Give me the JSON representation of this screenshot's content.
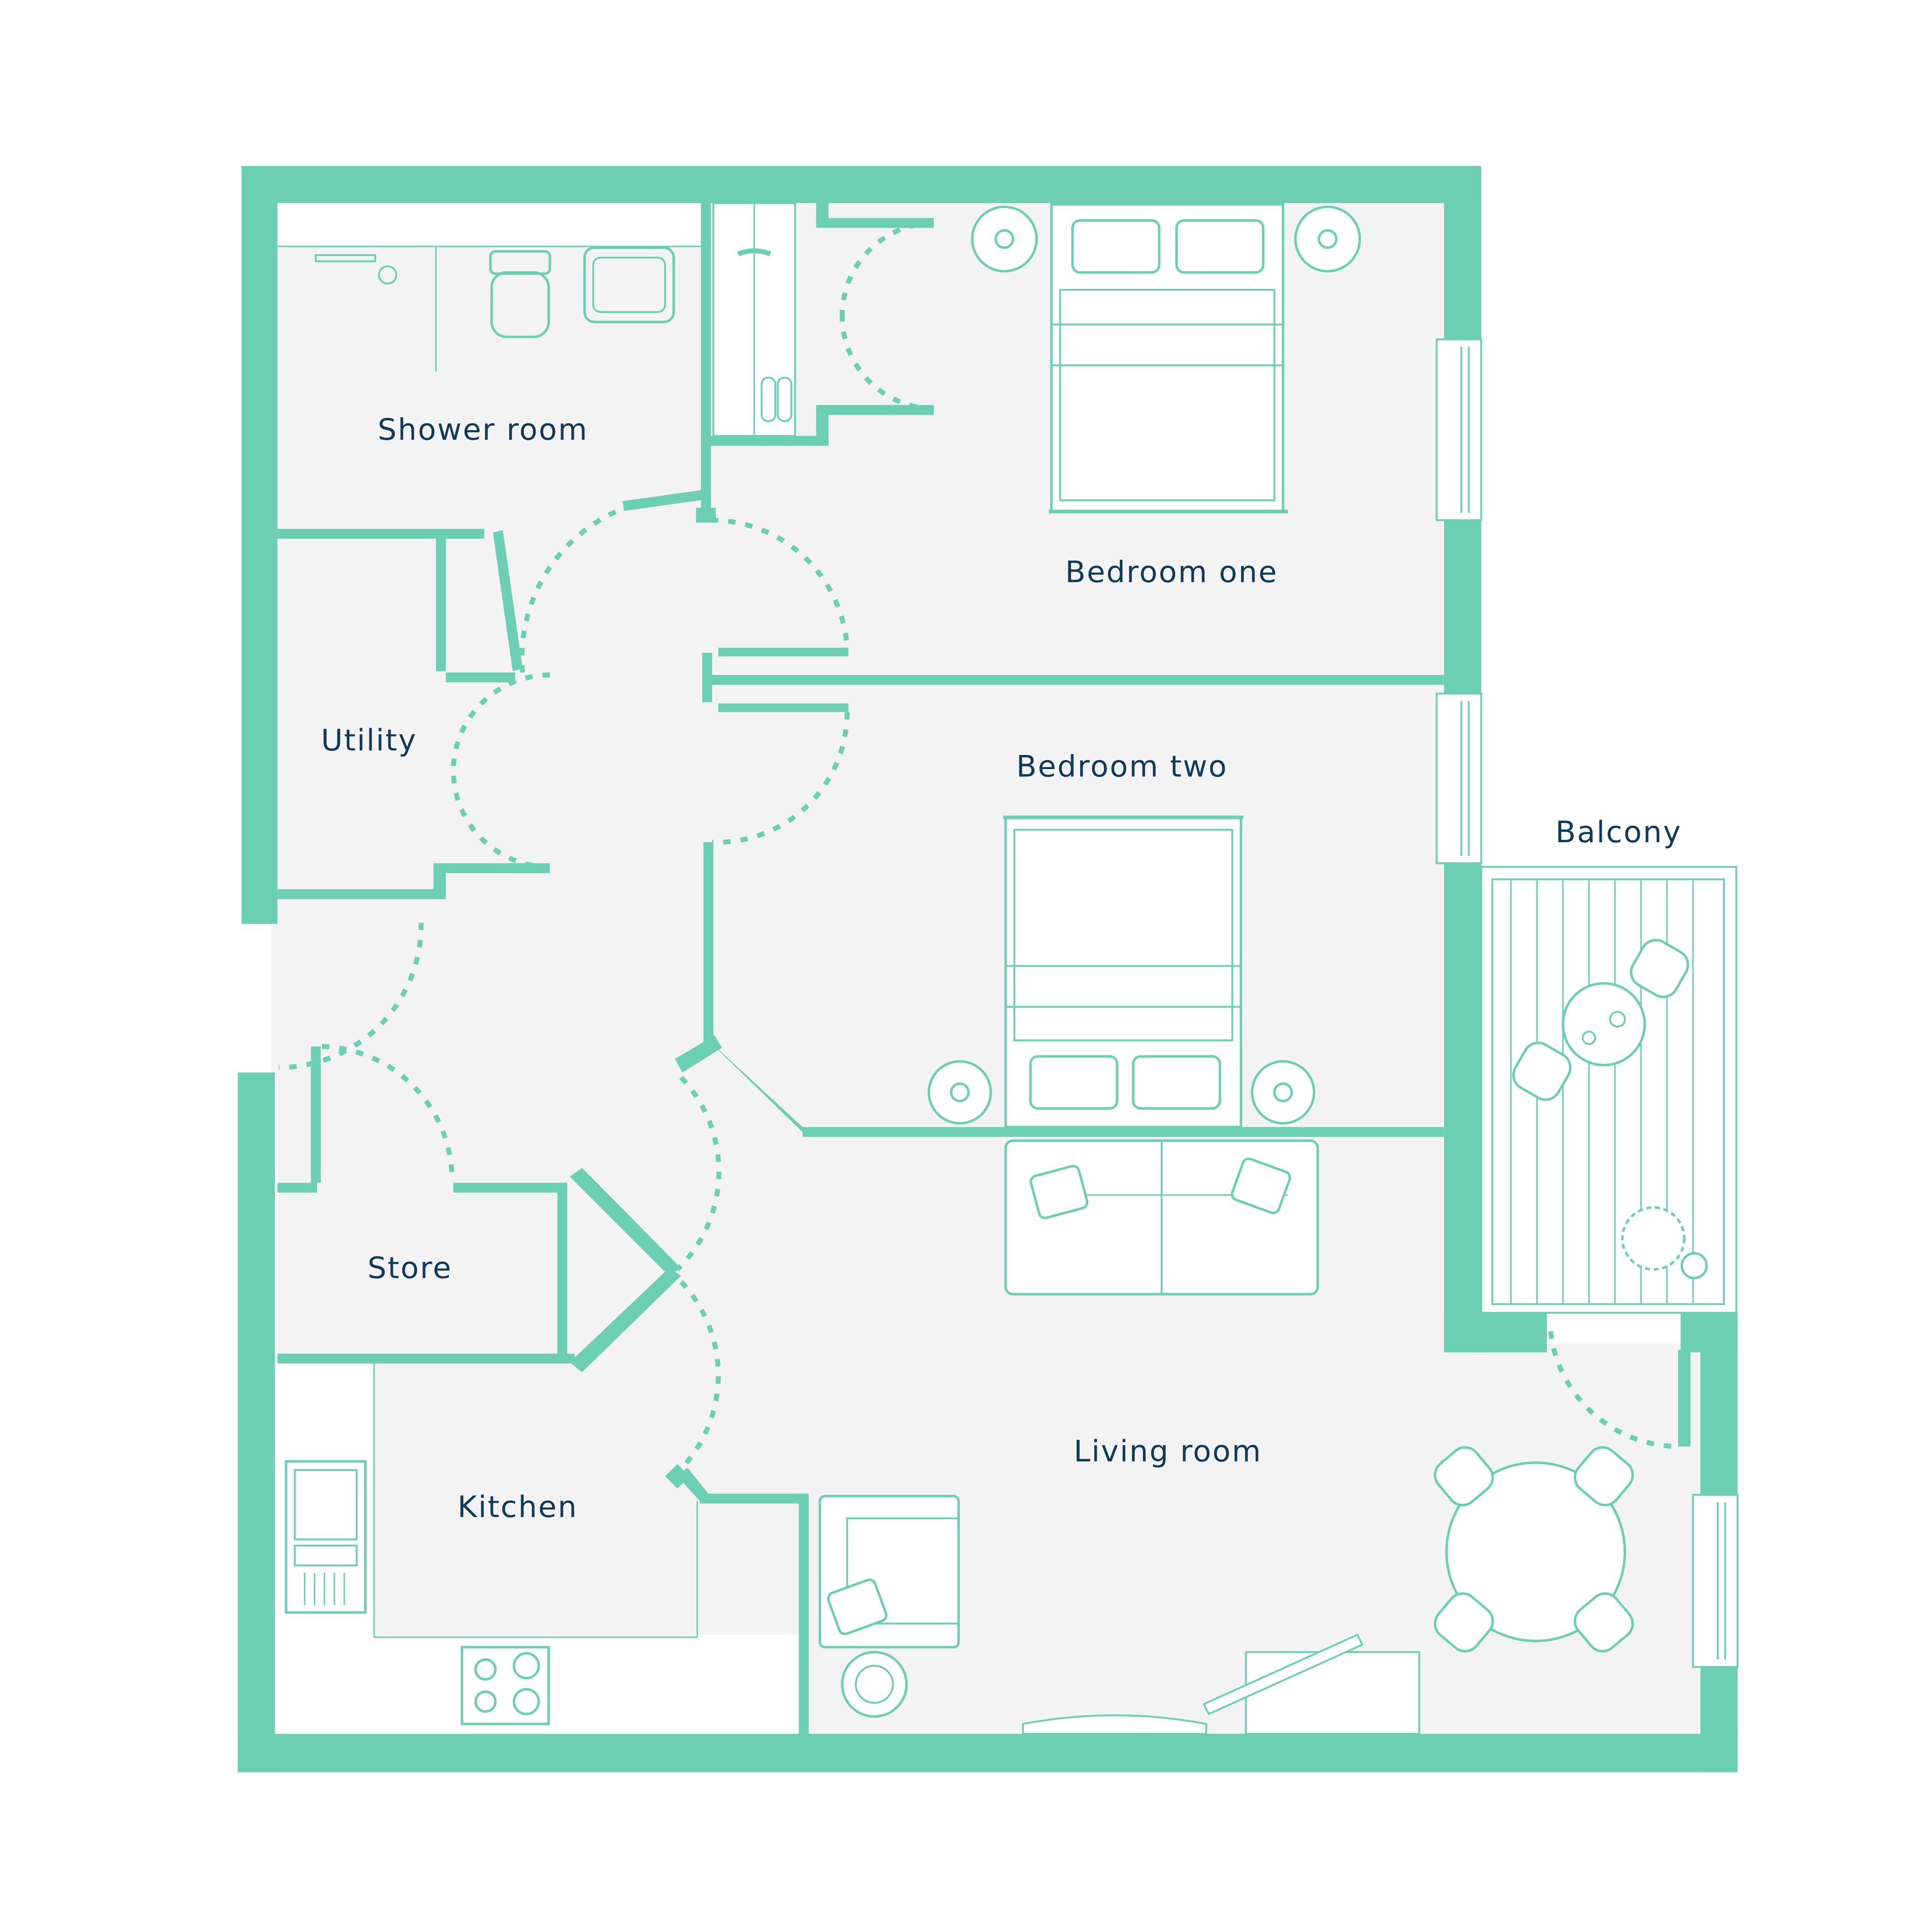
{
  "colors": {
    "wall": "#6ccfb4",
    "floor": "#f3f3f3",
    "label": "#0f3a5a"
  },
  "rooms": {
    "shower_room": "Shower room",
    "bedroom_one": "Bedroom one",
    "bedroom_two": "Bedroom two",
    "utility": "Utility",
    "balcony": "Balcony",
    "store": "Store",
    "living_room": "Living room",
    "kitchen": "Kitchen"
  },
  "icons": [
    "bed-icon",
    "sofa-icon",
    "toilet-icon",
    "sink-icon",
    "shower-icon",
    "hob-icon",
    "dining-table-icon",
    "lamp-icon",
    "plant-icon",
    "armchair-icon",
    "tv-icon",
    "door-swing-icon",
    "window-icon"
  ]
}
